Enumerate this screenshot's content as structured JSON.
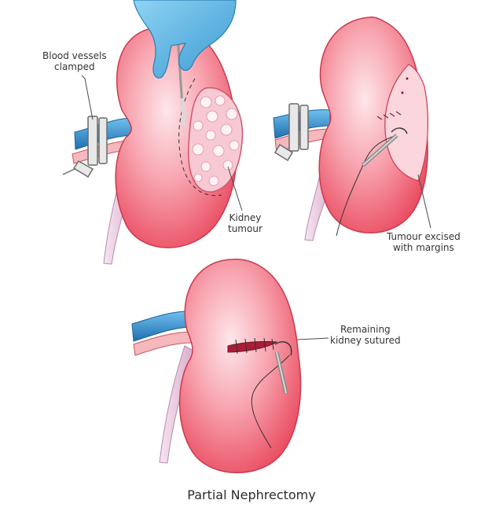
{
  "labels": {
    "clamp": [
      "Blood vessels",
      "clamped"
    ],
    "tumour": [
      "Kidney",
      "tumour"
    ],
    "excised": [
      "Tumour excised",
      "with margins"
    ],
    "sutured": [
      "Remaining",
      "kidney sutured"
    ]
  },
  "caption": "Partial Nephrectomy",
  "colors": {
    "kidney": "#ee5c6e",
    "kidney_light": "#fbd3d8",
    "kidney_outline": "#c93a4e",
    "vessel_blue": "#2f8fd0",
    "vessel_red": "#e2453f",
    "ureter": "#efd4e8",
    "glove": "#5fb8e4",
    "tumour": "#f7c9d3"
  }
}
